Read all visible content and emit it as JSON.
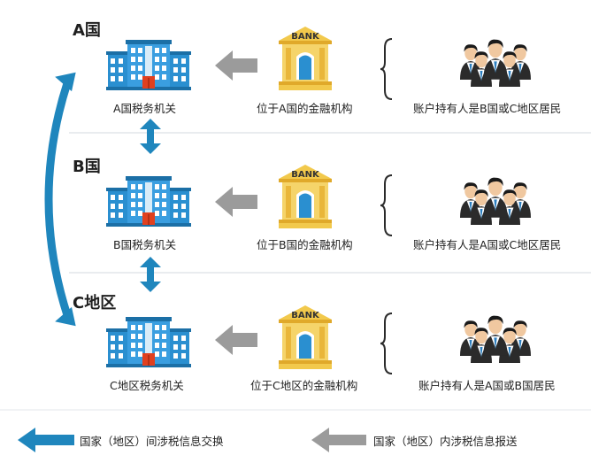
{
  "rows": [
    {
      "region": "A国",
      "tax_authority": "A国税务机关",
      "bank_sign": "BANK",
      "institution": "位于A国的金融机构",
      "holders": "账户持有人是B国或C地区居民"
    },
    {
      "region": "B国",
      "tax_authority": "B国税务机关",
      "bank_sign": "BANK",
      "institution": "位于B国的金融机构",
      "holders": "账户持有人是A国或C地区居民"
    },
    {
      "region": "C地区",
      "tax_authority": "C地区税务机关",
      "bank_sign": "BANK",
      "institution": "位于C地区的金融机构",
      "holders": "账户持有人是A国或B国居民"
    }
  ],
  "legend": {
    "international": "国家（地区）间涉税信息交换",
    "domestic": "国家（地区）内涉税信息报送"
  },
  "colors": {
    "exchange_arrow": "#1f86bd",
    "report_arrow": "#9b9b9b",
    "building": "#2a8fd0",
    "roof_red": "#e0401f",
    "bank_gold": "#f2c94c",
    "people_dark": "#2b2b2b"
  },
  "icons": [
    "building-icon",
    "bank-icon",
    "people-icon",
    "left-arrow-icon",
    "brace-icon",
    "double-arrow-icon"
  ]
}
